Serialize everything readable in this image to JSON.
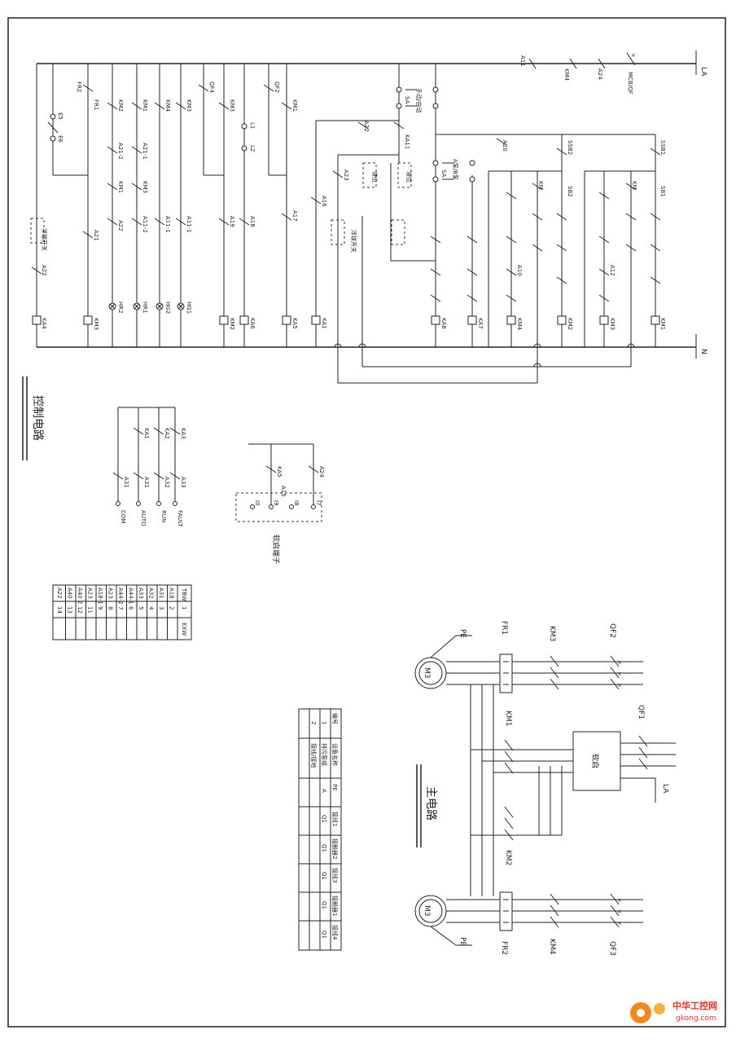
{
  "sections": {
    "control_circuit_title": "控制电路",
    "main_circuit_title": "主电路",
    "soft_start_terminal": "软启端子"
  },
  "power": {
    "line": "LA",
    "neutral": "N",
    "line_bottom": "LA"
  },
  "control_labels": {
    "top_wire": "A11",
    "top_mcb": "A24",
    "top_breaker": "MCB/QF",
    "cabinet_switch": "KM4",
    "fr2": "FR2",
    "fr1": "FR1",
    "km2": "KM2",
    "km1": "KM1",
    "km4": "KM4",
    "km3": "KM3",
    "qf4": "QF4",
    "km3b": "KM3",
    "qf2": "QF2",
    "km1b": "KM1",
    "a21_2": "A21-2",
    "a21_1": "A21-1",
    "a22": "A22",
    "a21": "A21",
    "a11_2": "A11-2",
    "a11_1": "A11-1",
    "a19": "A19",
    "a18": "A18",
    "a17": "A17",
    "a16": "A16",
    "a23": "A23",
    "ka11": "KA11",
    "ka1": "KA1",
    "ka4": "KA4",
    "ka5": "KA5",
    "ka6": "KA6",
    "ka7": "KA7",
    "ka8": "KA8",
    "hr2": "HR2",
    "hr1": "HR1",
    "hg2": "HG2",
    "hg1": "HG1",
    "l1": "L1",
    "l2": "L2",
    "e5": "E5",
    "e6": "E6",
    "sb1": "SB1",
    "sb2": "SB2",
    "ssb1": "SSB1",
    "ssb2": "SSB2",
    "sa": "SA",
    "sa_text": "手动/自动",
    "sa2": "SA",
    "sa2_text": "A泵/B泵",
    "a20": "A20",
    "a10": "A10",
    "a12": "A12",
    "km_m": "KM",
    "float1": "浮球开关",
    "float2": "浮球开关",
    "float3": "液位",
    "float4": "液位"
  },
  "relay_outputs": {
    "wires": [
      "A31",
      "A31",
      "A32",
      "A33"
    ],
    "relays": [
      "KA1",
      "KA2",
      "KA3"
    ],
    "labels": [
      "COM",
      "AUTO",
      "RUN",
      "FAULT"
    ]
  },
  "soft_start": {
    "relays": [
      "KA5",
      "A24"
    ],
    "wire": "A15",
    "terminals": [
      "I0",
      "I9",
      "I8",
      "I7"
    ]
  },
  "terminal_table": {
    "header": [
      "TBW",
      "1",
      "EXW"
    ],
    "rows": [
      [
        "A18",
        "2"
      ],
      [
        "A31",
        "3"
      ],
      [
        "A32",
        "4"
      ],
      [
        "A33",
        "5"
      ],
      [
        "A44-1",
        "6"
      ],
      [
        "A44-2",
        "7"
      ],
      [
        "A23",
        "8"
      ],
      [
        "A18-1",
        "9"
      ],
      [
        "A23",
        "11"
      ],
      [
        "A40 2",
        "12"
      ],
      [
        "A40",
        "13"
      ],
      [
        "A22",
        "14"
      ]
    ]
  },
  "main_circuit": {
    "pe_top": "PE",
    "fr1": "FR1",
    "km3": "KM3",
    "qf2": "QF2",
    "motor_top": "M3",
    "km1": "KM1",
    "qf1": "QF1",
    "soft_starter": "软启",
    "la": "LA",
    "km2": "KM2",
    "motor_bottom": "M3",
    "pe_bottom": "PE",
    "fr2": "FR2",
    "km4": "KM4",
    "qf3": "QF3"
  },
  "parts_table": {
    "header": [
      "编号",
      "设备名称",
      "",
      "",
      "",
      "",
      "",
      ""
    ],
    "col_names": [
      "编号",
      "设备名称",
      "PE",
      "接线1",
      "接触器2",
      "接线3",
      "接触器1",
      "接线4"
    ],
    "row1": [
      "1",
      "排污泵组",
      "A",
      "Q1",
      "Q1",
      "Q1",
      "Q1",
      "Q1"
    ],
    "row2": [
      "2",
      "接线/接地",
      "",
      "",
      "",
      "",
      "",
      ""
    ]
  },
  "watermark": {
    "brand": "中华工控网",
    "url": "gkong.com"
  },
  "colors": {
    "line": "#222222",
    "watermark_orange": "#f08a1c",
    "watermark_red": "#e0302a"
  }
}
